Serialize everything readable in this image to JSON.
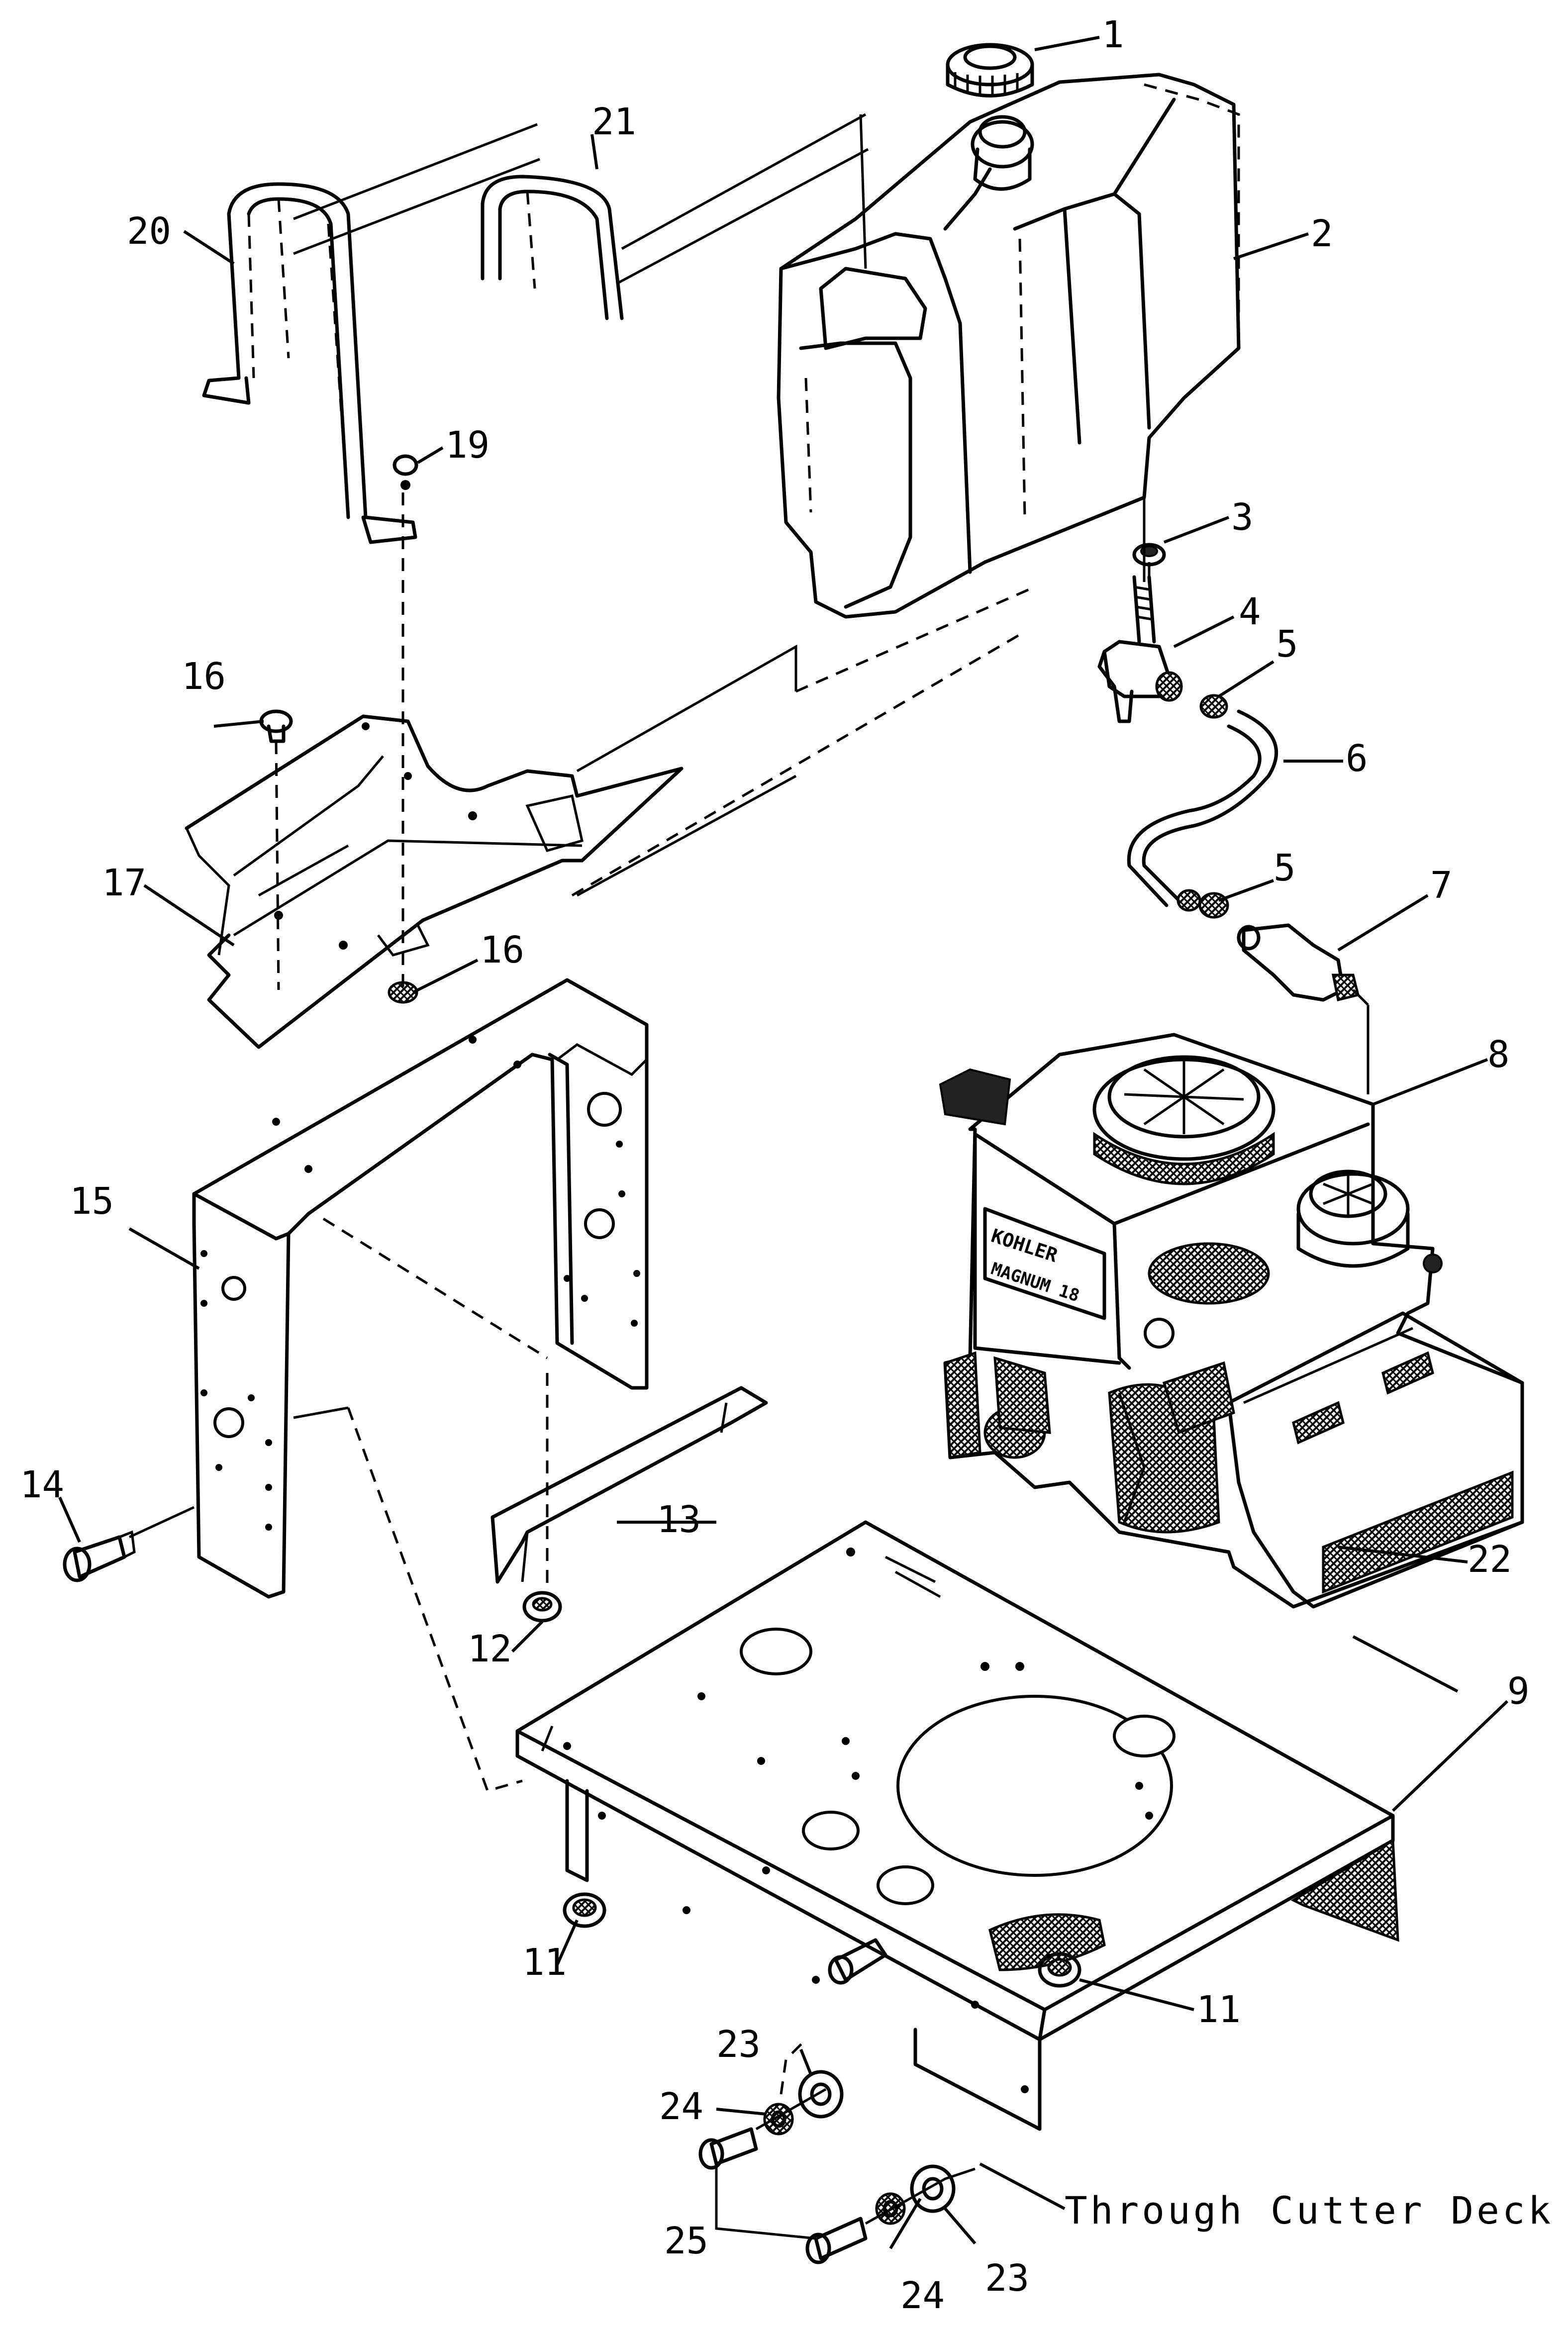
{
  "callouts": {
    "c1": "1",
    "c2": "2",
    "c3": "3",
    "c4": "4",
    "c5a": "5",
    "c5b": "5",
    "c6": "6",
    "c7": "7",
    "c8": "8",
    "c9": "9",
    "c11a": "11",
    "c11b": "11",
    "c12": "12",
    "c13": "13",
    "c14": "14",
    "c15": "15",
    "c16a": "16",
    "c16b": "16",
    "c17": "17",
    "c19": "19",
    "c20": "20",
    "c21": "21",
    "c22": "22",
    "c23a": "23",
    "c23b": "23",
    "c24a": "24",
    "c24b": "24",
    "c25": "25"
  },
  "notes": {
    "through_cutter_deck": "Through  Cutter  Deck"
  },
  "engine_label": "KOHLER",
  "engine_label_2": "MAGNUM 18"
}
